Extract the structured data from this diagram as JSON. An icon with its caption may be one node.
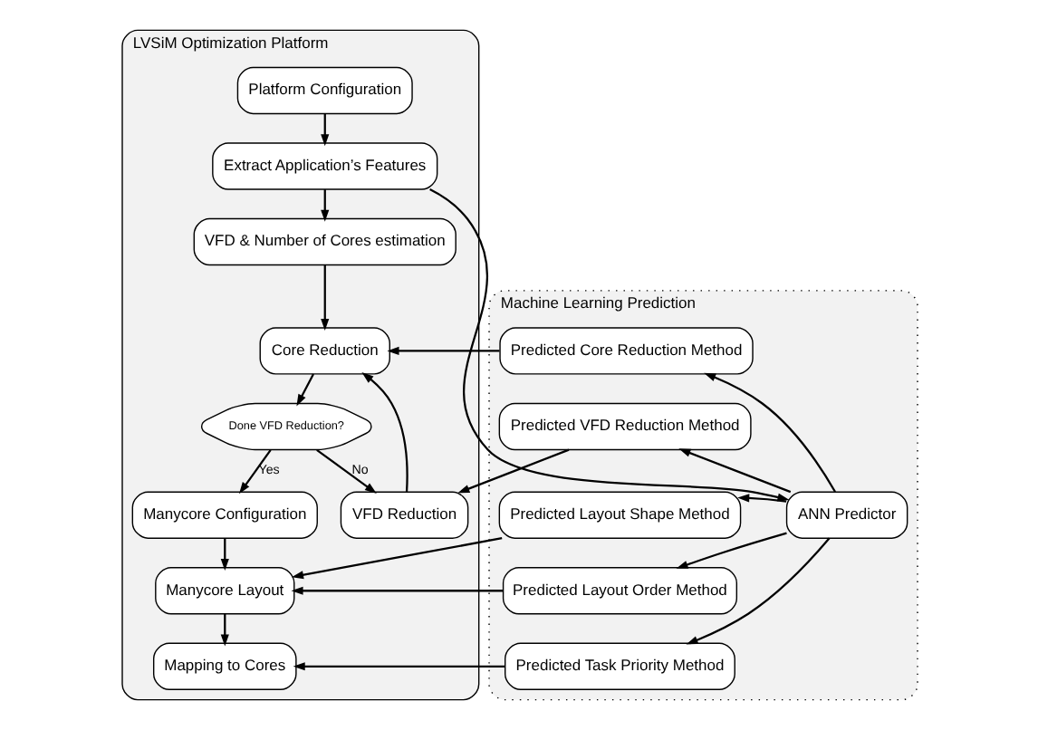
{
  "diagram": {
    "nodes": [
      {
        "text": [
          "LVSiM Optimization Platform"
        ]
      },
      {
        "text": [
          "Platform Configuration"
        ],
        "in": 0
      },
      {
        "text": [
          "Extract Application’s Features"
        ],
        "in": 0
      },
      {
        "text": [
          "VFD & Number of Cores estimation"
        ],
        "in": 0
      },
      {
        "text": [
          "Core Reduction"
        ],
        "in": 0
      },
      {
        "text": [
          "Done VFD Reduction?"
        ],
        "in": 0
      },
      {
        "text": [
          "Manycore Configuration"
        ],
        "in": 0
      },
      {
        "text": [
          "VFD Reduction"
        ],
        "in": 0
      },
      {
        "text": [
          "Manycore Layout"
        ],
        "in": 0
      },
      {
        "text": [
          "Mapping to Cores"
        ],
        "in": 0
      },
      {
        "text": [
          "Machine Learning Prediction"
        ]
      },
      {
        "text": [
          "Predicted Core Reduction Method"
        ],
        "in": 10
      },
      {
        "text": [
          "Predicted VFD Reduction Method"
        ],
        "in": 10
      },
      {
        "text": [
          "Predicted Layout Shape Method"
        ],
        "in": 10
      },
      {
        "text": [
          "Predicted Layout Order Method"
        ],
        "in": 10
      },
      {
        "text": [
          "Predicted Task Priority Method"
        ],
        "in": 10
      },
      {
        "text": [
          "ANN Predictor"
        ],
        "in": 10
      }
    ],
    "edges": [
      {
        "from": 1,
        "to": 2,
        "arrow": "to"
      },
      {
        "from": 2,
        "to": 3,
        "arrow": "to"
      },
      {
        "from": 3,
        "to": 4,
        "arrow": "to"
      },
      {
        "from": 4,
        "to": 5,
        "arrow": "to"
      },
      {
        "from": 5,
        "to": 6,
        "arrow": "to",
        "label": "Yes"
      },
      {
        "from": 5,
        "to": 7,
        "arrow": "to",
        "label": "No"
      },
      {
        "from": 7,
        "to": 4,
        "arrow": "to"
      },
      {
        "from": 6,
        "to": 8,
        "arrow": "to"
      },
      {
        "from": 8,
        "to": 9,
        "arrow": "to"
      },
      {
        "from": 2,
        "to": 16,
        "arrow": "to"
      },
      {
        "from": 16,
        "to": 11,
        "arrow": "to"
      },
      {
        "from": 16,
        "to": 12,
        "arrow": "to"
      },
      {
        "from": 16,
        "to": 13,
        "arrow": "to"
      },
      {
        "from": 16,
        "to": 14,
        "arrow": "to"
      },
      {
        "from": 16,
        "to": 15,
        "arrow": "to"
      },
      {
        "from": 11,
        "to": 4,
        "arrow": "to"
      },
      {
        "from": 12,
        "to": 7,
        "arrow": "to"
      },
      {
        "from": 13,
        "to": 8,
        "arrow": "to"
      },
      {
        "from": 14,
        "to": 8,
        "arrow": "to"
      },
      {
        "from": 15,
        "to": 9,
        "arrow": "to"
      }
    ]
  }
}
